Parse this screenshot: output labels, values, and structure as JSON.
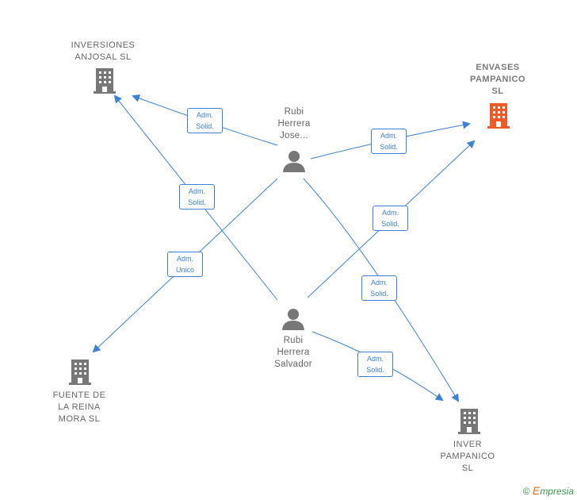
{
  "nodes": {
    "inversiones": {
      "label_line1": "INVERSIONES",
      "label_line2": "ANJOSAL  SL",
      "icon": "building-icon"
    },
    "envases": {
      "label_line1": "ENVASES",
      "label_line2": "PAMPANICO",
      "label_line3": "SL",
      "icon": "building-icon",
      "color": "#f05a28"
    },
    "fuente": {
      "label_line1": "FUENTE DE",
      "label_line2": "LA REINA",
      "label_line3": "MORA  SL",
      "icon": "building-icon"
    },
    "inver": {
      "label_line1": "INVER",
      "label_line2": "PAMPANICO",
      "label_line3": "SL",
      "icon": "building-icon"
    },
    "jose": {
      "label_line1": "Rubi",
      "label_line2": "Herrera",
      "label_line3": "Jose...",
      "icon": "person-icon"
    },
    "salvador": {
      "label_line1": "Rubi",
      "label_line2": "Herrera",
      "label_line3": "Salvador",
      "icon": "person-icon"
    }
  },
  "edges": [
    {
      "line1": "Adm.",
      "line2": "Solid."
    },
    {
      "line1": "Adm.",
      "line2": "Solid."
    },
    {
      "line1": "Adm.",
      "line2": "Solid."
    },
    {
      "line1": "Adm.",
      "line2": "Unico"
    },
    {
      "line1": "Adm.",
      "line2": "Solid."
    },
    {
      "line1": "Adm.",
      "line2": "Solid."
    },
    {
      "line1": "Adm.",
      "line2": "Solid."
    }
  ],
  "footer": {
    "copyright": "©",
    "brand_initial": "E",
    "brand_rest": "mpresia"
  },
  "colors": {
    "edge": "#3d82d6",
    "icon_gray": "#777777",
    "focus_orange": "#f05a28"
  }
}
